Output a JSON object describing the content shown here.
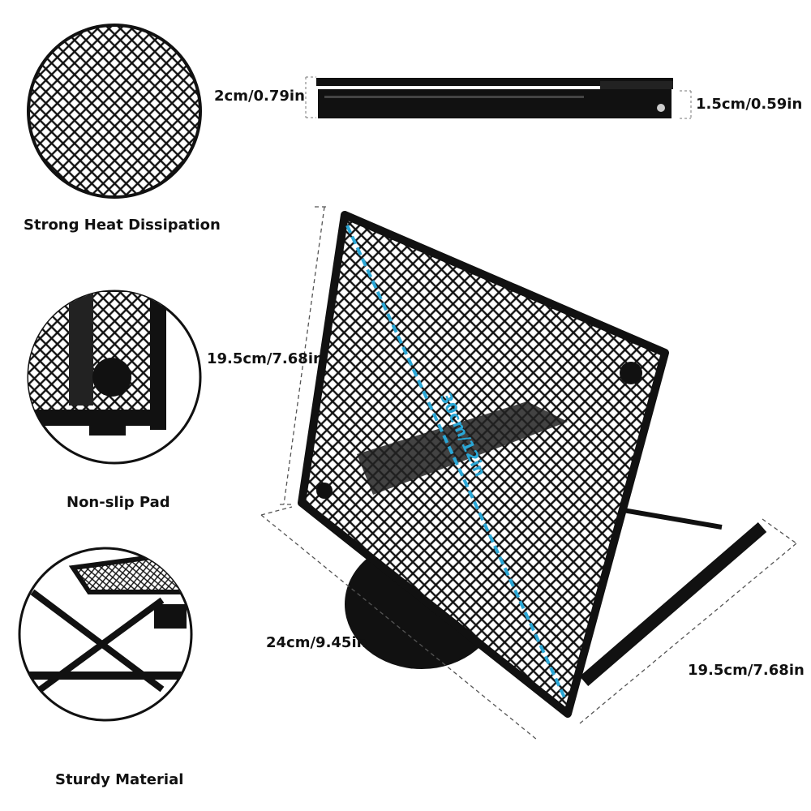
{
  "features": [
    {
      "label": "Strong Heat Dissipation",
      "icon": "mesh-closeup"
    },
    {
      "label": "Non-slip Pad",
      "icon": "rubber-pad-closeup"
    },
    {
      "label": "Sturdy Material",
      "icon": "frame-closeup"
    }
  ],
  "dimensions": {
    "folded_left": "2cm/0.79in",
    "folded_right": "1.5cm/0.59in",
    "height": "19.5cm/7.68in",
    "diagonal": "30cm/12in",
    "width": "24cm/9.45in",
    "depth": "19.5cm/7.68in"
  },
  "colors": {
    "accent": "#2aa7d6",
    "product": "#111111"
  }
}
